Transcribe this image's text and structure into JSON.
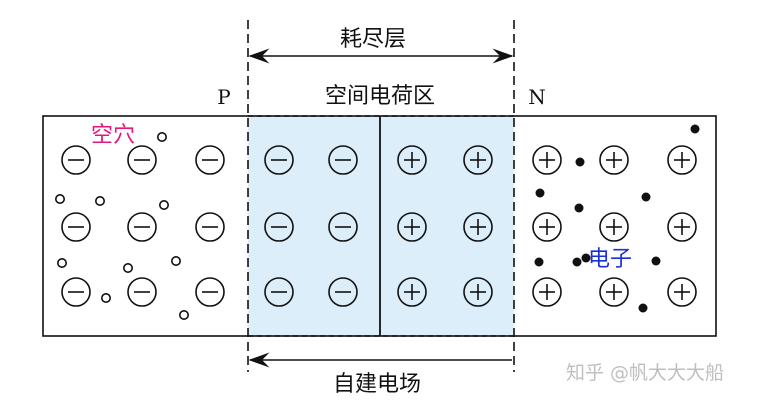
{
  "labels": {
    "depletion_layer": "耗尽层",
    "space_charge_region": "空间电荷区",
    "p_side": "P",
    "n_side": "N",
    "holes": "空穴",
    "electrons": "电子",
    "built_in_field": "自建电场"
  },
  "watermark": "知乎 @帆大大大船",
  "colors": {
    "depletion_fill": "#dceefa",
    "holes_label": "#e0197a",
    "electrons_label": "#1a2fd6",
    "outline": "#111111"
  },
  "symbols": {
    "acceptor_ion": "⊖",
    "donor_ion": "⊕"
  }
}
